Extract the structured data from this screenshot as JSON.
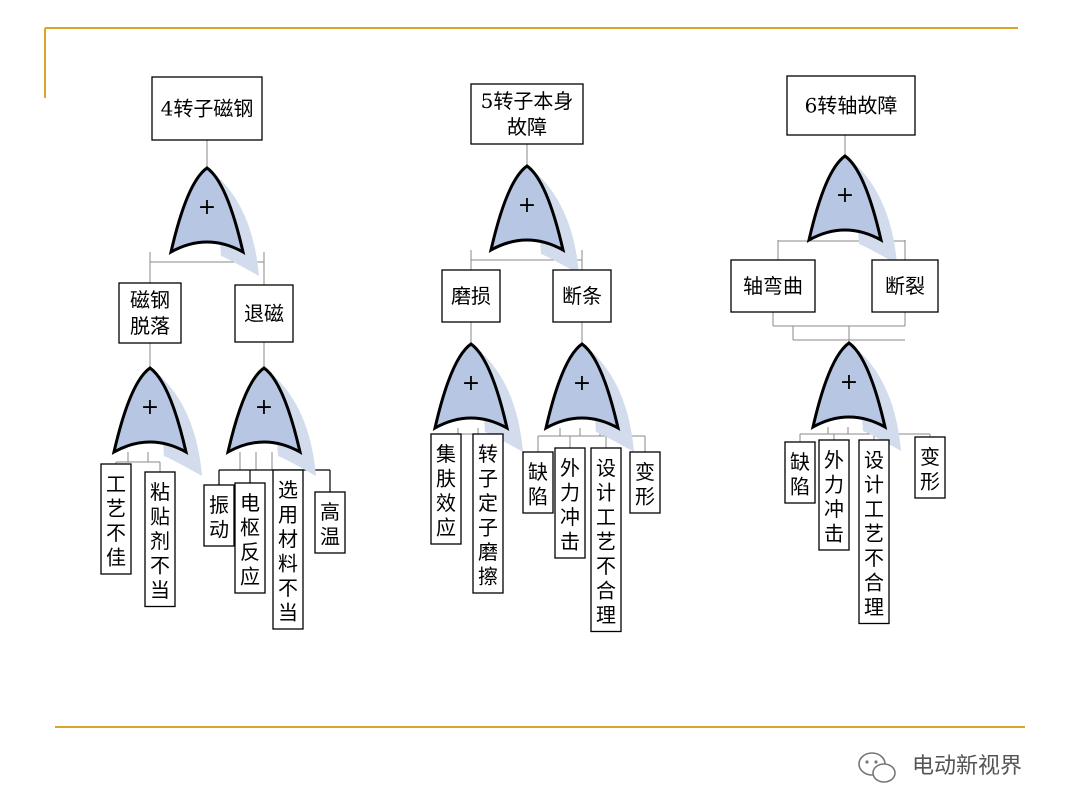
{
  "trees": [
    {
      "root": "4转子磁钢",
      "children": [
        {
          "label": [
            "磁钢",
            "脱落"
          ],
          "leaves": [
            "工艺不佳",
            "粘贴剂不当"
          ]
        },
        {
          "label": [
            "退磁"
          ],
          "leaves": [
            "振动",
            "电枢反应",
            "选用材料不当",
            "高温"
          ]
        }
      ]
    },
    {
      "root": [
        "5转子本身",
        "故障"
      ],
      "children": [
        {
          "label": [
            "磨损"
          ],
          "leaves": [
            "集肤效应",
            "转子定子磨擦"
          ]
        },
        {
          "label": [
            "断条"
          ],
          "leaves": [
            "缺陷",
            "外力冲击",
            "设计工艺不合理",
            "变形"
          ]
        }
      ]
    },
    {
      "root": "6转轴故障",
      "children": [
        {
          "label": [
            "轴弯曲"
          ]
        },
        {
          "label": [
            "断裂"
          ]
        }
      ],
      "shared_leaves": [
        "缺陷",
        "外力冲击",
        "设计工艺不合理",
        "变形"
      ]
    }
  ],
  "gate_symbol": "+",
  "watermark": {
    "icon": "wechat-icon",
    "text": "电动新视界"
  },
  "colors": {
    "gate_fill": "#b7c6e2",
    "rule_gold": "#d9a52a"
  }
}
